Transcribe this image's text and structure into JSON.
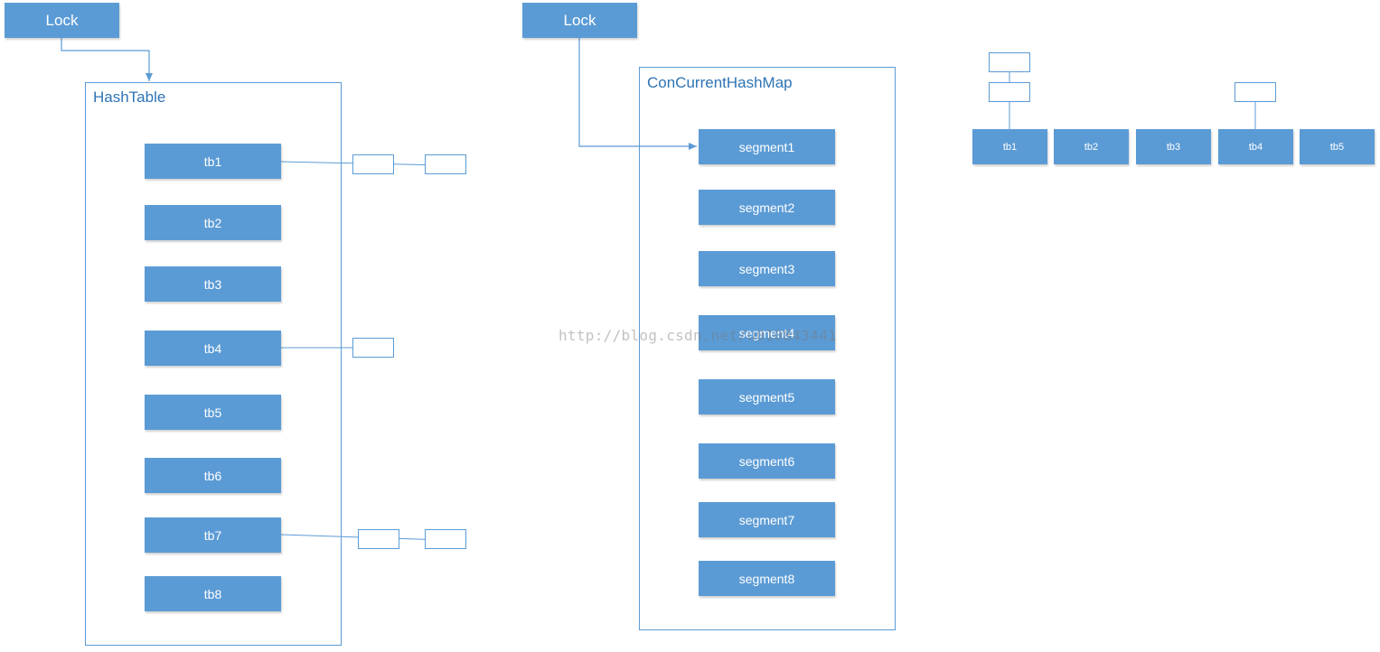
{
  "hashtable_diagram": {
    "lock_label": "Lock",
    "container_title": "HashTable",
    "buckets": [
      "tb1",
      "tb2",
      "tb3",
      "tb4",
      "tb5",
      "tb6",
      "tb7",
      "tb8"
    ]
  },
  "concurrent_diagram": {
    "lock_label": "Lock",
    "container_title": "ConCurrentHashMap",
    "segments": [
      "segment1",
      "segment2",
      "segment3",
      "segment4",
      "segment5",
      "segment6",
      "segment7",
      "segment8"
    ]
  },
  "segment_detail": {
    "buckets": [
      "tb1",
      "tb2",
      "tb3",
      "tb4",
      "tb5"
    ]
  },
  "watermark": "http://blog.csdn.net/u010843441",
  "colors": {
    "box_fill": "#5b9bd5",
    "title_text": "#2e74b5",
    "line": "#5b9bd5"
  }
}
